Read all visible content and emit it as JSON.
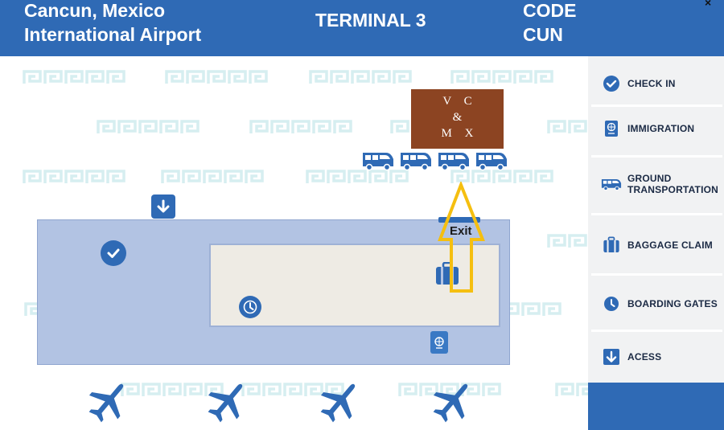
{
  "header": {
    "airport_line1": "Cancun, Mexico",
    "airport_line2": "International Airport",
    "terminal": "TERMINAL 3",
    "code_label": "CODE",
    "code_value": "CUN",
    "close_glyph": "×"
  },
  "colors": {
    "brand_blue": "#2f6ab5",
    "floor_blue": "#b2c3e3",
    "room_beige": "#eeebe4",
    "pattern_teal": "#d6eef0",
    "marker_brown": "#8c4422",
    "route_yellow": "#f5bf10",
    "panel_gray": "#f1f2f3"
  },
  "map": {
    "exit_label": "Exit",
    "marker": {
      "line1": "V C",
      "line2": "&",
      "line3": "M X"
    },
    "icons": [
      "access-icon",
      "check-in-icon",
      "boarding-gate-icon",
      "baggage-icon",
      "immigration-icon",
      "van-icon",
      "plane-icon",
      "route-arrow-icon"
    ]
  },
  "sidebar": {
    "items": [
      {
        "label": "CHECK IN",
        "icon": "check-icon"
      },
      {
        "label": "IMMIGRATION",
        "icon": "passport-icon"
      },
      {
        "label_line1": "GROUND",
        "label_line2": "TRANSPORTATION",
        "icon": "van-icon"
      },
      {
        "label": "BAGGAGE CLAIM",
        "icon": "luggage-icon"
      },
      {
        "label": "BOARDING GATES",
        "icon": "clock-icon"
      },
      {
        "label": "ACESS",
        "icon": "arrow-down-icon"
      }
    ]
  }
}
